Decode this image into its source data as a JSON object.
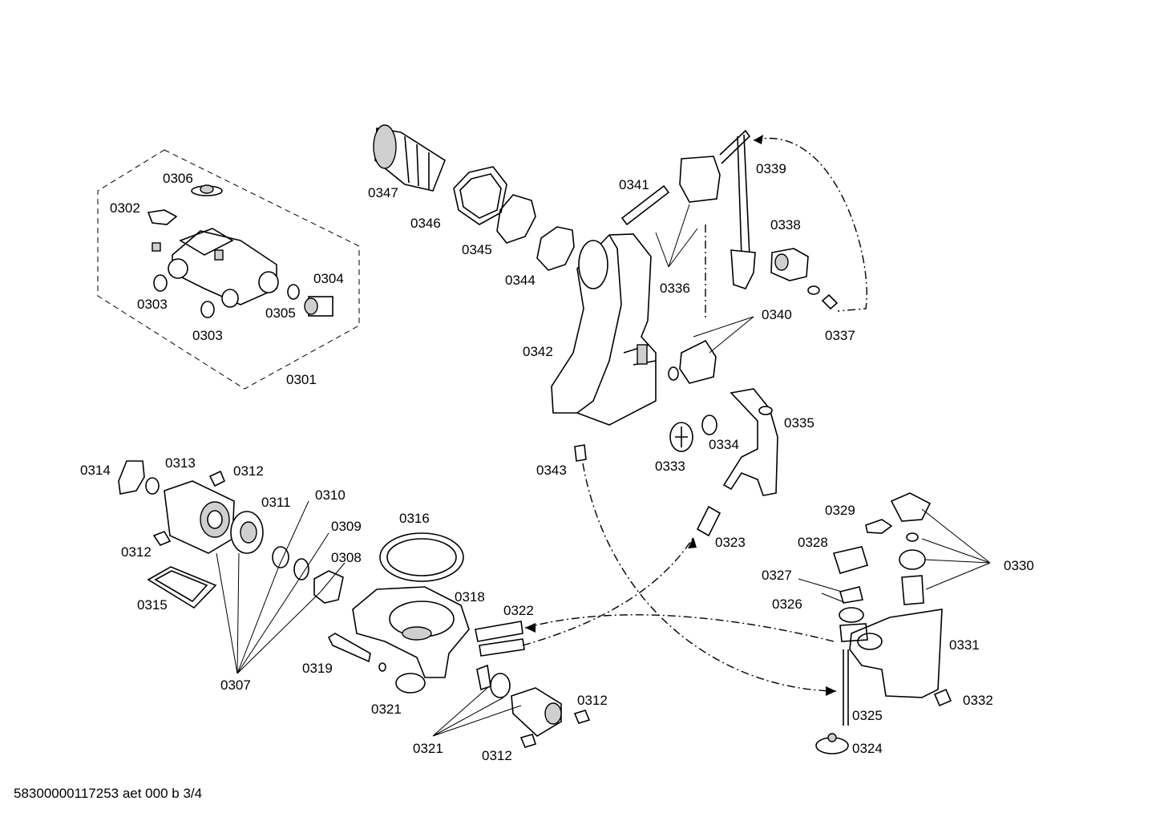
{
  "diagram": {
    "labels": {
      "p0301": "0301",
      "p0302": "0302",
      "p0303a": "0303",
      "p0303b": "0303",
      "p0304": "0304",
      "p0305": "0305",
      "p0306": "0306",
      "p0307": "0307",
      "p0308": "0308",
      "p0309": "0309",
      "p0310": "0310",
      "p0311": "0311",
      "p0312a": "0312",
      "p0312b": "0312",
      "p0312c": "0312",
      "p0312d": "0312",
      "p0313": "0313",
      "p0314": "0314",
      "p0315": "0315",
      "p0316": "0316",
      "p0318": "0318",
      "p0319": "0319",
      "p0321a": "0321",
      "p0321b": "0321",
      "p0322": "0322",
      "p0323": "0323",
      "p0324": "0324",
      "p0325": "0325",
      "p0326": "0326",
      "p0327": "0327",
      "p0328": "0328",
      "p0329": "0329",
      "p0330": "0330",
      "p0331": "0331",
      "p0332": "0332",
      "p0333": "0333",
      "p0334": "0334",
      "p0335": "0335",
      "p0336": "0336",
      "p0337": "0337",
      "p0338": "0338",
      "p0339": "0339",
      "p0340": "0340",
      "p0341": "0341",
      "p0342": "0342",
      "p0343": "0343",
      "p0344": "0344",
      "p0345": "0345",
      "p0346": "0346",
      "p0347": "0347"
    }
  },
  "footer": {
    "doc_id": "58300000117253 aet 000 b 3/4"
  }
}
